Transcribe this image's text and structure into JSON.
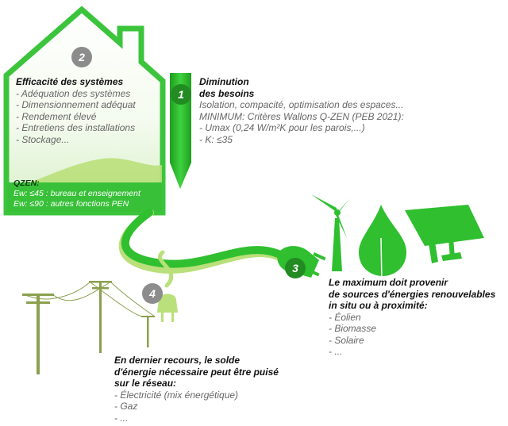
{
  "colors": {
    "green": "#2fbf2f",
    "dark_green": "#228b22",
    "light_green": "#b9e07a",
    "olive": "#8aa04e",
    "gray_badge": "#8c8c8c"
  },
  "step1": {
    "number": "1",
    "title_line1": "Diminution",
    "title_line2": "des besoins",
    "lines": [
      "Isolation, compacité, optimisation des espaces...",
      "MINIMUM: Critères Wallons Q-ZEN (PEB 2021):",
      "- Umax (0,24 W/m²K pour les parois,...)",
      "- K: ≤35"
    ]
  },
  "step2": {
    "number": "2",
    "title": "Efficacité des systèmes",
    "items": [
      "- Adéquation des systèmes",
      "- Dimensionnement adéquat",
      "- Rendement élevé",
      "- Entretiens des installations",
      "- Stockage..."
    ],
    "qzen_title": "QZEN:",
    "qzen_lines": [
      "Ew: ≤45 : bureau et enseignement",
      "Ew: ≤90 : autres fonctions PEN"
    ]
  },
  "step3": {
    "number": "3",
    "title_lines": [
      "Le maximum doit provenir",
      "de sources d'énergies renouvelables",
      "in situ ou à proximité:"
    ],
    "items": [
      "- Éolien",
      "- Biomasse",
      "- Solaire",
      "- ..."
    ]
  },
  "step4": {
    "number": "4",
    "title_lines": [
      "En dernier recours, le solde",
      "d'énergie nécessaire peut être puisé",
      "sur le réseau:"
    ],
    "items": [
      "- Électricité (mix énergétique)",
      "- Gaz",
      "- ..."
    ]
  }
}
